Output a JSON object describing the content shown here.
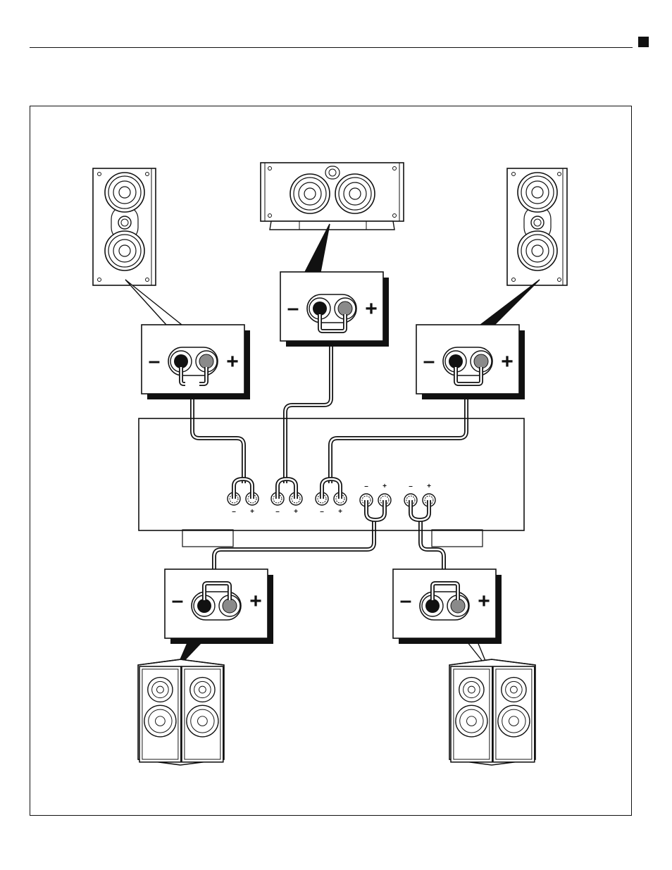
{
  "diagram": {
    "polarity": {
      "negative": "–",
      "positive": "+"
    },
    "colors": {
      "line": "#111111",
      "negative_terminal": "#111111",
      "positive_terminal": "#8a8a8a",
      "background": "#ffffff"
    },
    "speakers": [
      {
        "id": "front-left",
        "icon": "bookshelf-speaker-icon"
      },
      {
        "id": "center",
        "icon": "center-speaker-icon"
      },
      {
        "id": "front-right",
        "icon": "bookshelf-speaker-icon"
      },
      {
        "id": "surround-left",
        "icon": "surround-speaker-icon"
      },
      {
        "id": "surround-right",
        "icon": "surround-speaker-icon"
      }
    ],
    "receiver": {
      "icon": "amplifier-icon",
      "terminal_pairs": 5
    }
  }
}
